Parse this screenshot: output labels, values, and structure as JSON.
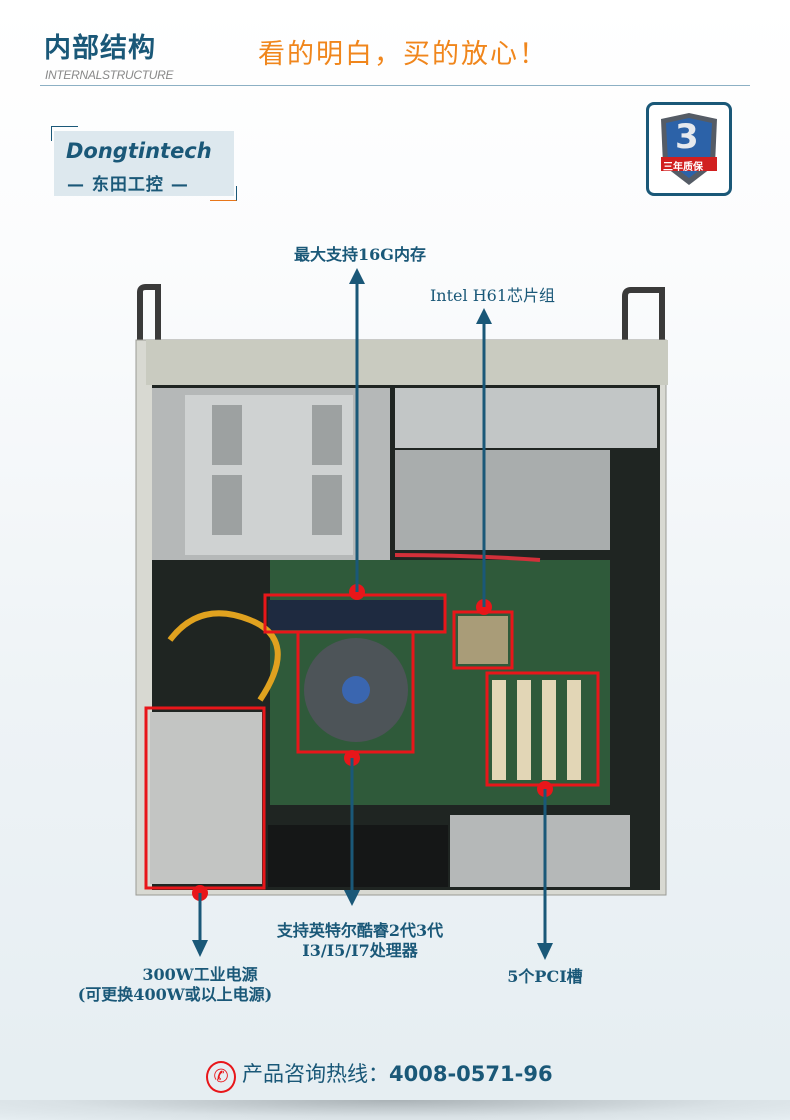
{
  "header": {
    "title": "内部结构",
    "subtitle": "INTERNALSTRUCTURE",
    "slogan": "看的明白，买的放心！"
  },
  "brand": {
    "logo_en": "Dongtintech",
    "logo_cn": "— 东田工控 —",
    "warranty_badge": "三年质保",
    "warranty_number": "3"
  },
  "callouts": {
    "memory": "最大支持16G内存",
    "chipset": "Intel H61芯片组",
    "cpu_line1": "支持英特尔酷睿2代3代",
    "cpu_line2": "I3/I5/I7处理器",
    "psu_line1": "300W工业电源",
    "psu_line2": "(可更换400W或以上电源)",
    "pci": "5个PCI槽"
  },
  "footer": {
    "hotline_label": "产品咨询热线：",
    "hotline_number": "4008-0571-96"
  },
  "colors": {
    "accent": "#1a5878",
    "orange": "#f0861c",
    "highlight": "#e8161a"
  }
}
